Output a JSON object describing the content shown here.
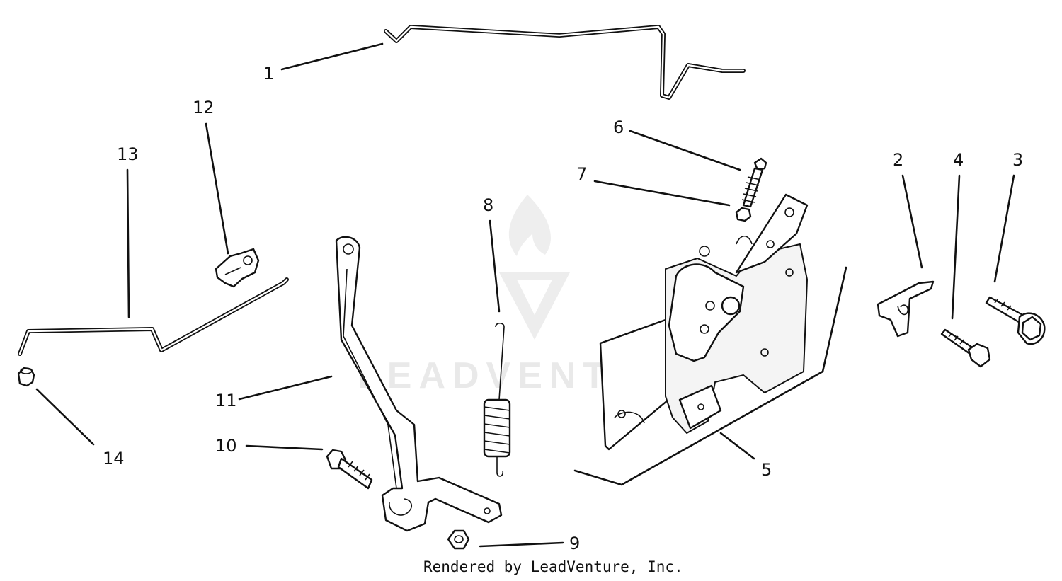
{
  "callouts": {
    "c1": "1",
    "c2": "2",
    "c3": "3",
    "c4": "4",
    "c5": "5",
    "c6": "6",
    "c7": "7",
    "c8": "8",
    "c9": "9",
    "c10": "10",
    "c11": "11",
    "c12": "12",
    "c13": "13",
    "c14": "14"
  },
  "watermark": "LEADVENTURE",
  "credit": "Rendered by LeadVenture, Inc.",
  "colors": {
    "line": "#111111",
    "background": "#ffffff",
    "watermark": "#e9e9e9"
  }
}
